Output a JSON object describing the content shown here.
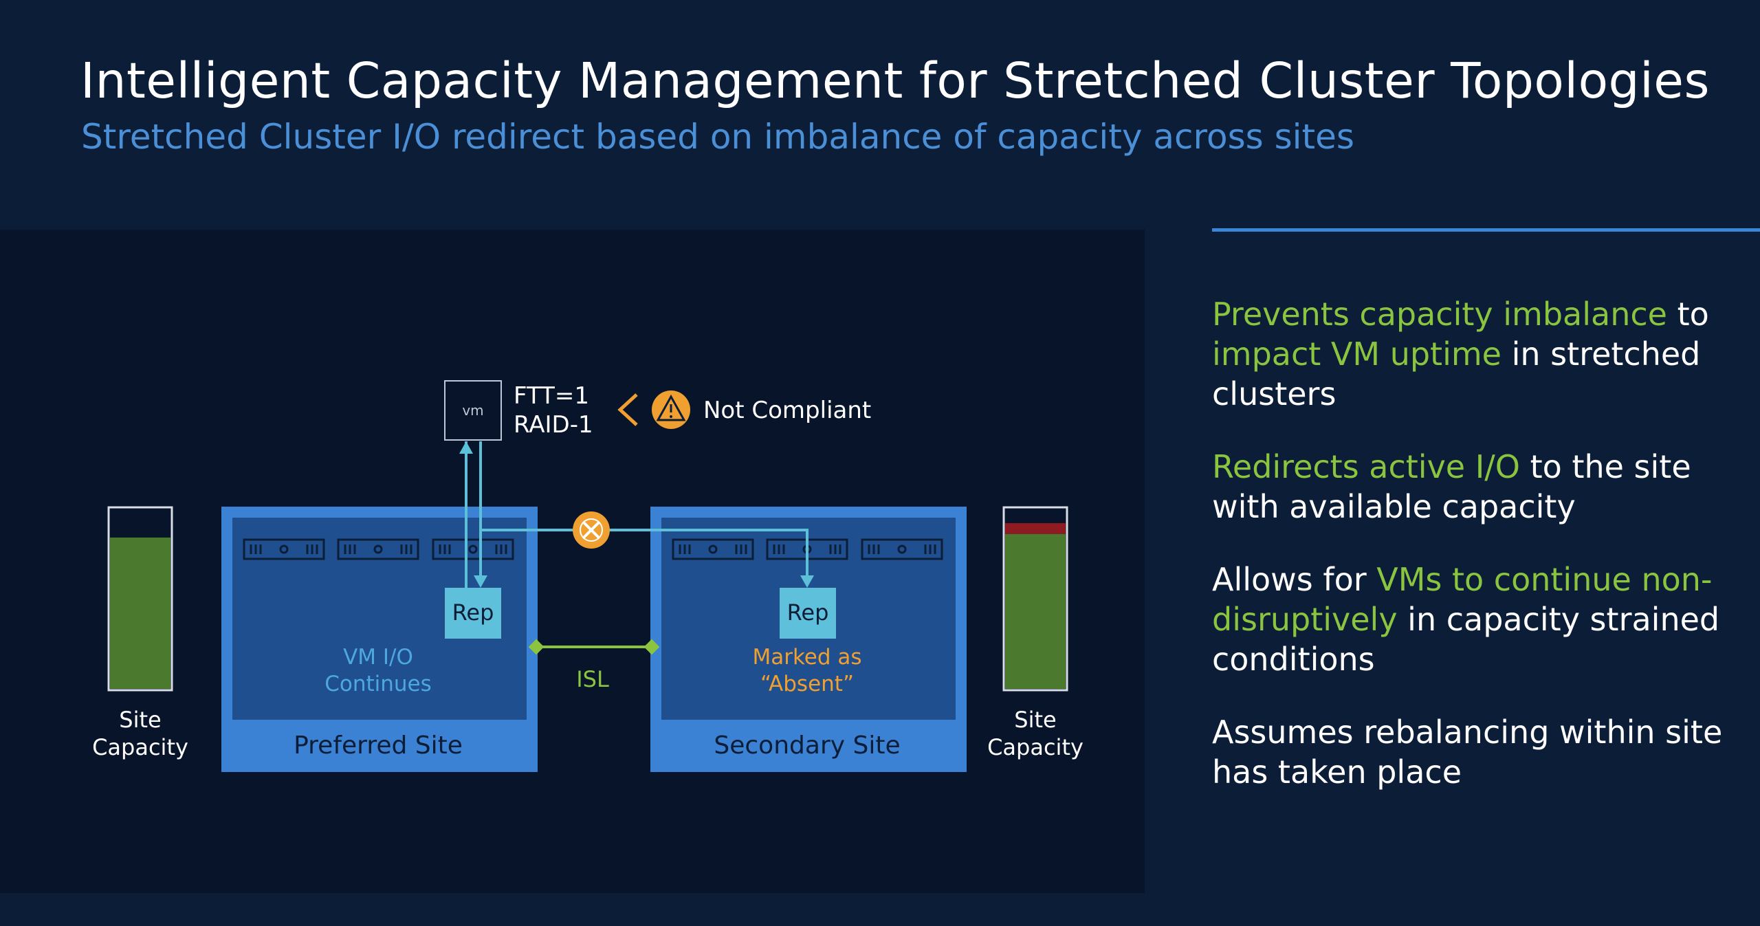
{
  "header": {
    "title": "Intelligent Capacity Management for Stretched Cluster Topologies",
    "subtitle": "Stretched Cluster I/O redirect based on imbalance of capacity across sites"
  },
  "diagram": {
    "vm_label": "vm",
    "policy_line1": "FTT=1",
    "policy_line2": "RAID-1",
    "compliance_status": "Not Compliant",
    "isl_label": "ISL",
    "preferred_site": {
      "name": "Preferred Site",
      "rep_label": "Rep",
      "status_line1": "VM I/O",
      "status_line2": "Continues"
    },
    "secondary_site": {
      "name": "Secondary Site",
      "rep_label": "Rep",
      "status_line1": "Marked as",
      "status_line2": "“Absent”"
    },
    "left_capacity": {
      "label_line1": "Site",
      "label_line2": "Capacity",
      "used_fraction": 0.84,
      "critical_fraction": 0
    },
    "right_capacity": {
      "label_line1": "Site",
      "label_line2": "Capacity",
      "used_fraction": 0.92,
      "critical_fraction": 0.06
    },
    "colors": {
      "site_blue": "#3b82d4",
      "site_inner": "#1f4f8f",
      "rep_box": "#5ec0da",
      "link_line": "#5cc0d9",
      "isl_green": "#8bc43f",
      "warning_orange": "#f0a030",
      "capacity_green": "#4b7a2f",
      "capacity_red": "#8e1a22"
    }
  },
  "bullets": [
    {
      "segments": [
        {
          "text": "Prevents capacity imbalance",
          "hl": true
        },
        {
          "text": " to ",
          "hl": false
        },
        {
          "text": "impact VM uptime",
          "hl": true
        },
        {
          "text": " in stretched clusters",
          "hl": false
        }
      ]
    },
    {
      "segments": [
        {
          "text": "Redirects active I/O",
          "hl": true
        },
        {
          "text": " to the site with available capacity",
          "hl": false
        }
      ]
    },
    {
      "segments": [
        {
          "text": "Allows for ",
          "hl": false
        },
        {
          "text": "VMs to continue non-disruptively",
          "hl": true
        },
        {
          "text": " in capacity strained conditions",
          "hl": false
        }
      ]
    },
    {
      "segments": [
        {
          "text": "Assumes rebalancing within site has taken place",
          "hl": false
        }
      ]
    }
  ]
}
